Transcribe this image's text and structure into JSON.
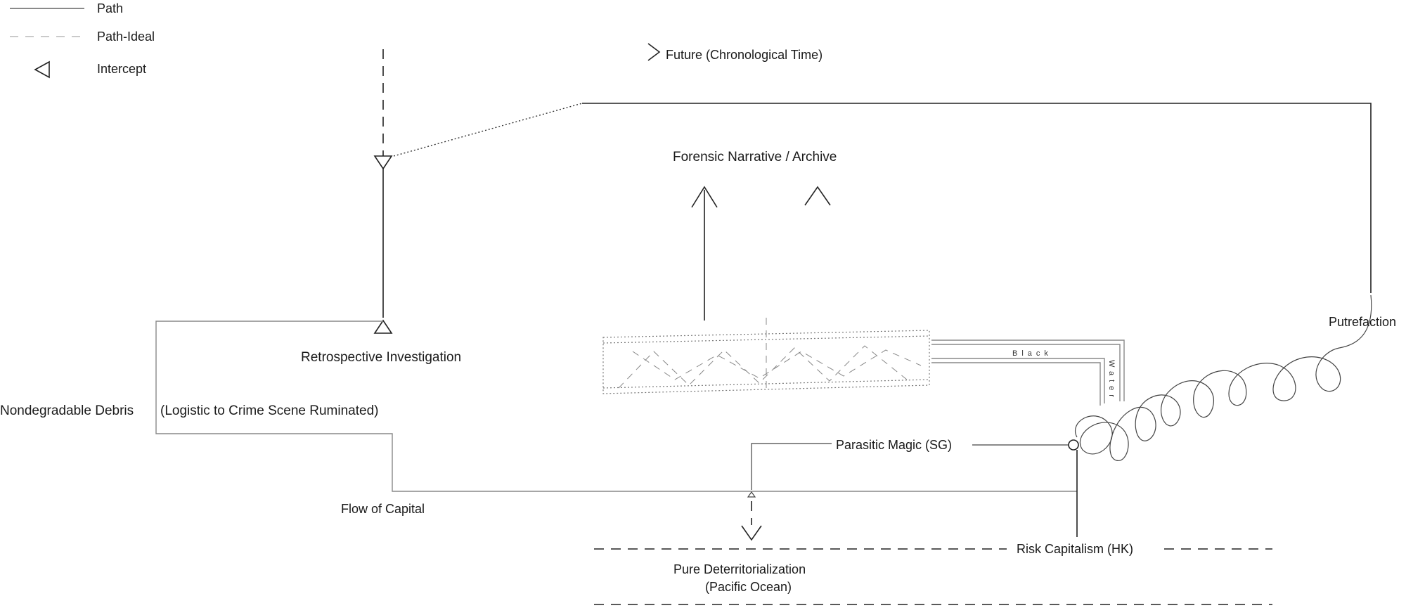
{
  "legend": {
    "path": "Path",
    "path_ideal": "Path-Ideal",
    "intercept": "Intercept"
  },
  "labels": {
    "future": "Future (Chronological Time)",
    "forensic": "Forensic Narrative / Archive",
    "retrospective": "Retrospective Investigation",
    "nondegradable": "Nondegradable Debris",
    "logistic": "(Logistic to Crime Scene Ruminated)",
    "flow_of_capital": "Flow of Capital",
    "parasitic_magic": "Parasitic Magic (SG)",
    "risk_capitalism": "Risk Capitalism (HK)",
    "pure_deterritorialization": "Pure Deterritorialization",
    "pacific_ocean": "(Pacific Ocean)",
    "putrefaction": "Putrefaction",
    "black": "Black",
    "water": "Water"
  }
}
